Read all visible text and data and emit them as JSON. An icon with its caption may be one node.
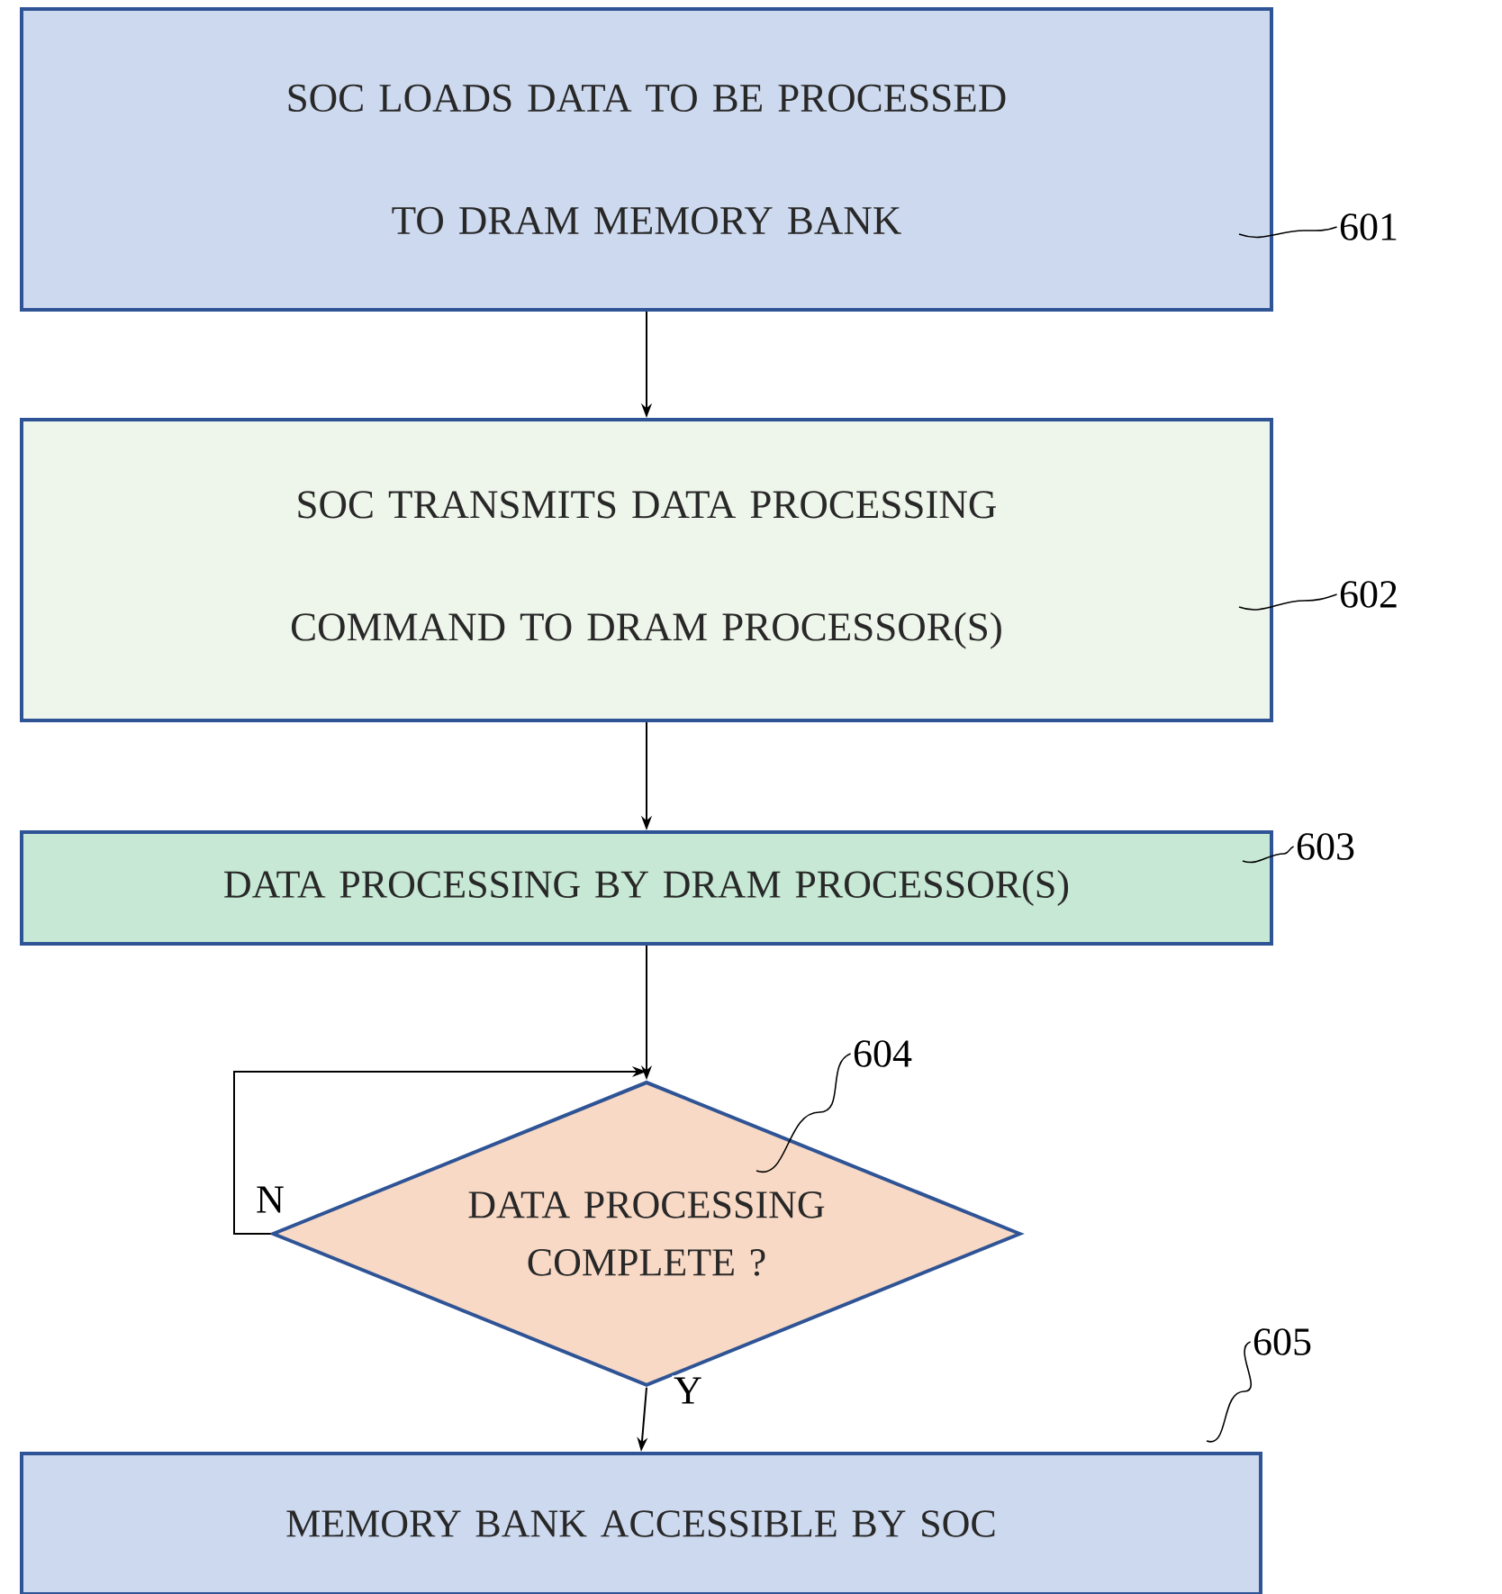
{
  "diagram": {
    "nodes": [
      {
        "text": [
          "SOC LOADS DATA TO BE PROCESSED TO DRAM MEMORY BANK"
        ]
      },
      {
        "text": [
          "SOC TRANSMITS DATA PROCESSING COMMAND TO DRAM PROCESSOR(S)"
        ]
      },
      {
        "text": [
          "DATA PROCESSING BY DRAM PROCESSOR(S)"
        ]
      },
      {
        "text": [
          "DATA PROCESSING COMPLETE ?"
        ]
      },
      {
        "text": [
          "MEMORY BANK ACCESSIBLE BY SOC"
        ]
      },
      {
        "text": [
          "601"
        ]
      },
      {
        "text": [
          "602"
        ]
      },
      {
        "text": [
          "603"
        ]
      },
      {
        "text": [
          "604"
        ]
      },
      {
        "text": [
          "605"
        ]
      }
    ],
    "edges": [
      {
        "from": 0,
        "to": 1,
        "arrow": "to"
      },
      {
        "from": 1,
        "to": 2,
        "arrow": "to"
      },
      {
        "from": 2,
        "to": 3,
        "arrow": "to"
      },
      {
        "from": 3,
        "to": 3,
        "arrow": "to",
        "label": "N"
      },
      {
        "from": 3,
        "to": 4,
        "arrow": "to",
        "label": "Y"
      },
      {
        "from": 5,
        "to": 0,
        "arrow": "none"
      },
      {
        "from": 6,
        "to": 1,
        "arrow": "none"
      },
      {
        "from": 7,
        "to": 2,
        "arrow": "none"
      },
      {
        "from": 8,
        "to": 3,
        "arrow": "none"
      },
      {
        "from": 9,
        "to": 4,
        "arrow": "none"
      }
    ]
  }
}
